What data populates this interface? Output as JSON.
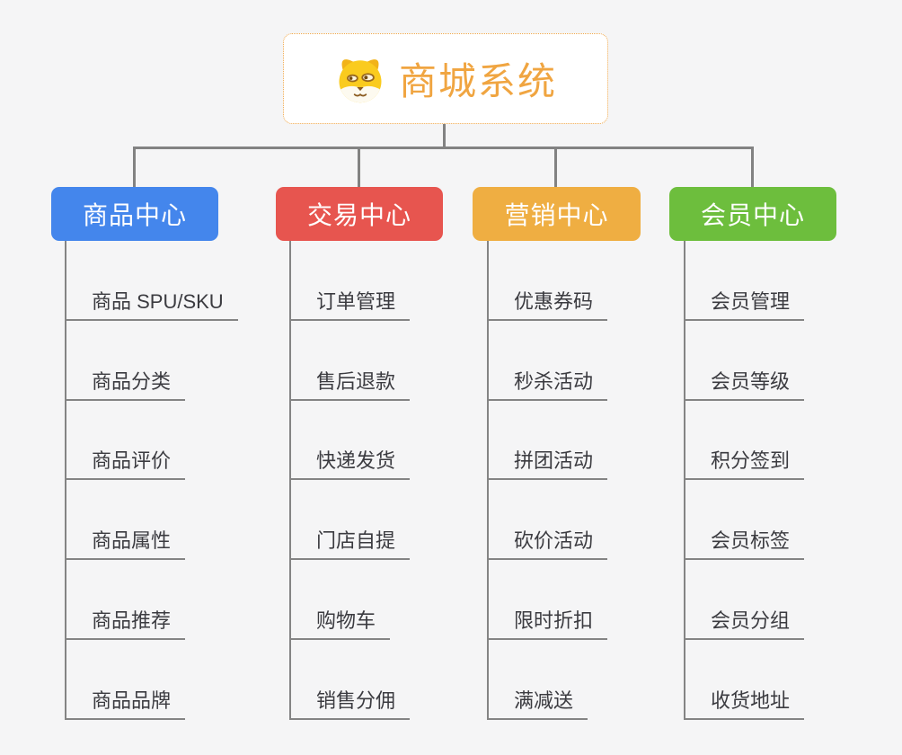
{
  "root": {
    "title": "商城系统",
    "icon": "dog-face-icon"
  },
  "branches": [
    {
      "label": "商品中心",
      "color": "#4486ec",
      "children": [
        "商品 SPU/SKU",
        "商品分类",
        "商品评价",
        "商品属性",
        "商品推荐",
        "商品品牌"
      ]
    },
    {
      "label": "交易中心",
      "color": "#e7554f",
      "children": [
        "订单管理",
        "售后退款",
        "快递发货",
        "门店自提",
        "购物车",
        "销售分佣"
      ]
    },
    {
      "label": "营销中心",
      "color": "#efae42",
      "children": [
        "优惠券码",
        "秒杀活动",
        "拼团活动",
        "砍价活动",
        "限时折扣",
        "满减送"
      ]
    },
    {
      "label": "会员中心",
      "color": "#6dbe3d",
      "children": [
        "会员管理",
        "会员等级",
        "积分签到",
        "会员标签",
        "会员分组",
        "收货地址"
      ]
    }
  ],
  "colors": {
    "background": "#f5f5f6",
    "connector_line": "#828282",
    "root_accent": "#f0a541",
    "root_border": "#f0a84b",
    "leaf_text": "#3b3b40"
  }
}
